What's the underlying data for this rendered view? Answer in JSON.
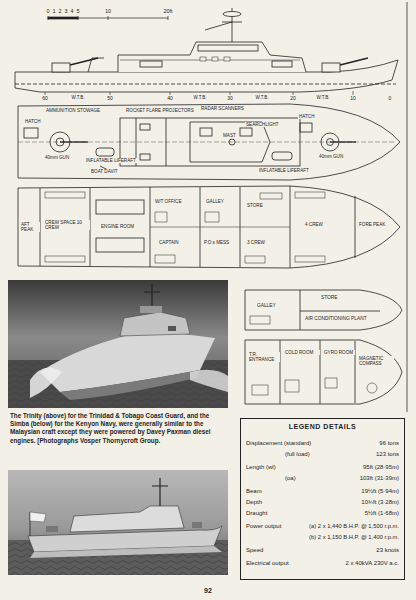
{
  "diagram": {
    "caption": "The Trinity (above) for the Trinidad & Tobago Coast Guard, and the Simba (below) for the Kenyon Navy, were generally similar to the Malaysian craft except they were powered by Davey Paxman diesel engines. [Photographs Vosper Thornycroft Group.",
    "nodes": [
      {
        "text": [
          "LEGEND DETAILS"
        ]
      }
    ],
    "labels": [
      "0",
      "1",
      "2",
      "3",
      "4",
      "5",
      "10",
      "20ft",
      "60",
      "W.T.B.",
      "50",
      "40",
      "W.T.B.",
      "30",
      "W.T.B.",
      "20",
      "W.T.B.",
      "10",
      "0",
      "HATCH",
      "AMMUNITION STOWAGE",
      "40mm GUN",
      "INFLATABLE LIFERAFT",
      "BOAT DAVIT",
      "ROCKET FLARE PROJECTORS",
      "RADAR SCANNERS",
      "MAST",
      "SEARCHLIGHT",
      "HATCH",
      "INFLATABLE LIFERAFT",
      "40mm GUN",
      "AFT PEAK",
      "CREW SPACE 10 CREW",
      "ENGINE ROOM",
      "W/T OFFICE",
      "CAPTAIN",
      "GALLEY",
      "P.O.s MESS",
      "STORE",
      "3 CREW",
      "4 CREW",
      "FORE PEAK",
      "GALLEY",
      "STORE",
      "AIR CONDITIONING PLANT",
      "T.R. ENTRANCE",
      "COLD ROOM",
      "GYRO ROOM",
      "MAGNETIC COMPASS",
      "Displacement (standard)",
      "96 tons",
      "(full load)",
      "123 tons",
      "Length (wl)",
      "95ft (28·95m)",
      "(oa)",
      "103ft (31·39m)",
      "Beam",
      "19½ft (5·94m)",
      "Depth",
      "10¾ft (3·28m)",
      "Draught",
      "5½ft (1·68m)",
      "Power output",
      "(a) 2 x 1,440 B.H.P. @ 1,500 r.p.m.",
      "(b) 2 x 1,150 B.H.P. @ 1,400 r.p.m.",
      "Speed",
      "23 knots",
      "Electrical output",
      "2 x 40kVA 230V a.c.",
      "92"
    ]
  }
}
